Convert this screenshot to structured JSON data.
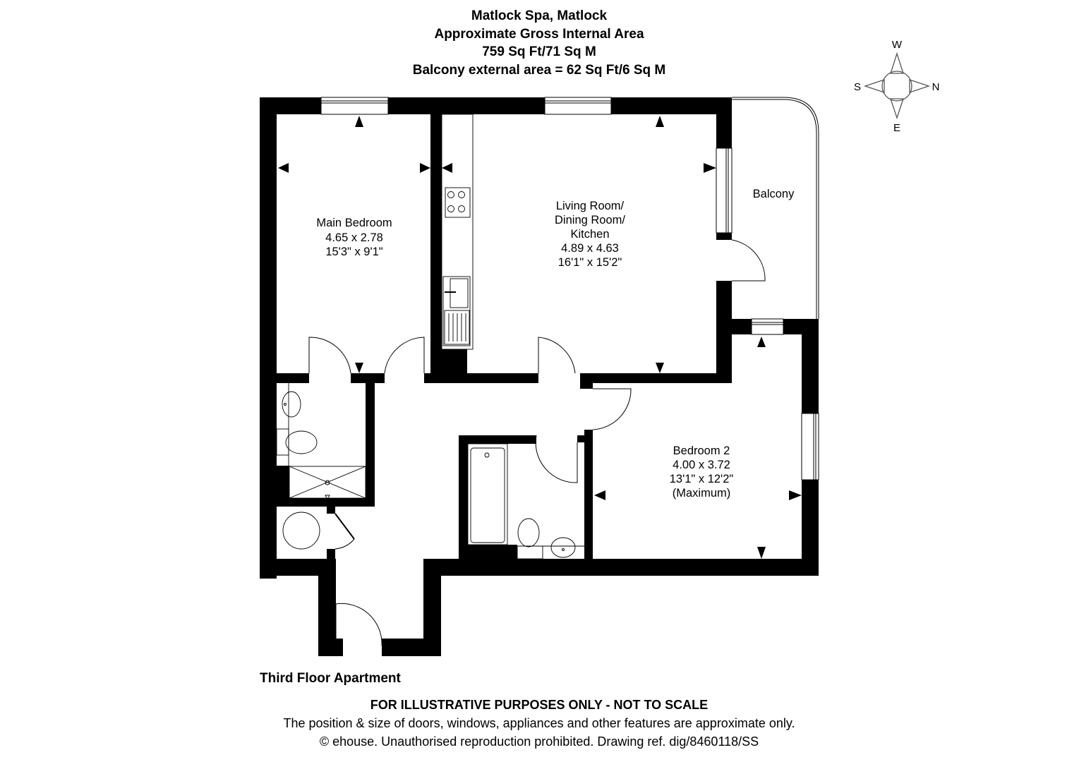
{
  "header": {
    "title": "Matlock Spa, Matlock",
    "area_label": "Approximate Gross Internal Area",
    "area_value": "759 Sq Ft/71 Sq M",
    "balcony_area": "Balcony external area = 62 Sq Ft/6 Sq M"
  },
  "compass": {
    "top": "W",
    "right": "N",
    "bottom": "E",
    "left": "S"
  },
  "rooms": {
    "main_bedroom": {
      "name": "Main Bedroom",
      "metric": "4.65 x 2.78",
      "imperial": "15'3\" x 9'1\""
    },
    "living": {
      "name_line1": "Living Room/",
      "name_line2": "Dining Room/",
      "name_line3": "Kitchen",
      "metric": "4.89 x 4.63",
      "imperial": "16'1\" x 15'2\""
    },
    "balcony": {
      "name": "Balcony"
    },
    "bedroom2": {
      "name": "Bedroom 2",
      "metric": "4.00 x 3.72",
      "imperial": "13'1\" x 12'2\"",
      "note": "(Maximum)"
    }
  },
  "floor_name": "Third Floor Apartment",
  "footer": {
    "disclaimer": "FOR ILLUSTRATIVE PURPOSES ONLY - NOT TO SCALE",
    "note": "The position & size of doors, windows, appliances and other features are approximate only.",
    "copyright": "© ehouse. Unauthorised reproduction prohibited. Drawing ref. dig/8460118/SS"
  },
  "colors": {
    "wall": "#000000",
    "background": "#ffffff",
    "fixture_line": "#333333"
  }
}
